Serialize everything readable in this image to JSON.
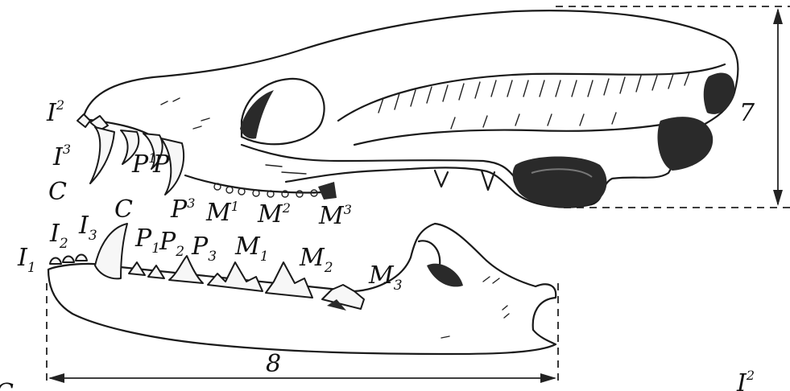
{
  "figure": {
    "upper_labels": [
      {
        "id": "I2",
        "base": "I",
        "mark": "2"
      },
      {
        "id": "I3",
        "base": "I",
        "mark": "3"
      },
      {
        "id": "C",
        "base": "C",
        "mark": ""
      },
      {
        "id": "P1",
        "base": "P",
        "mark": "1"
      },
      {
        "id": "P2",
        "base": "P",
        "mark": ""
      },
      {
        "id": "P3",
        "base": "P",
        "mark": "3"
      },
      {
        "id": "M1",
        "base": "M",
        "mark": "1"
      },
      {
        "id": "M2",
        "base": "M",
        "mark": "2"
      },
      {
        "id": "M3",
        "base": "M",
        "mark": "3"
      }
    ],
    "lower_labels": [
      {
        "id": "I1l",
        "base": "I",
        "mark": "1"
      },
      {
        "id": "I2l",
        "base": "I",
        "mark": "2"
      },
      {
        "id": "I3l",
        "base": "I",
        "mark": "3"
      },
      {
        "id": "Cl",
        "base": "C",
        "mark": ""
      },
      {
        "id": "P1l",
        "base": "P",
        "mark": "1"
      },
      {
        "id": "P2l",
        "base": "P",
        "mark": "2"
      },
      {
        "id": "P3l",
        "base": "P",
        "mark": "3"
      },
      {
        "id": "M1l",
        "base": "M",
        "mark": "1"
      },
      {
        "id": "M2l",
        "base": "M",
        "mark": "2"
      },
      {
        "id": "M3l",
        "base": "M",
        "mark": "3"
      }
    ],
    "measure_height_label": "7",
    "measure_length_label": "8",
    "corner_left_label": "C",
    "corner_right_label": "I",
    "corner_right_mark": "2"
  }
}
